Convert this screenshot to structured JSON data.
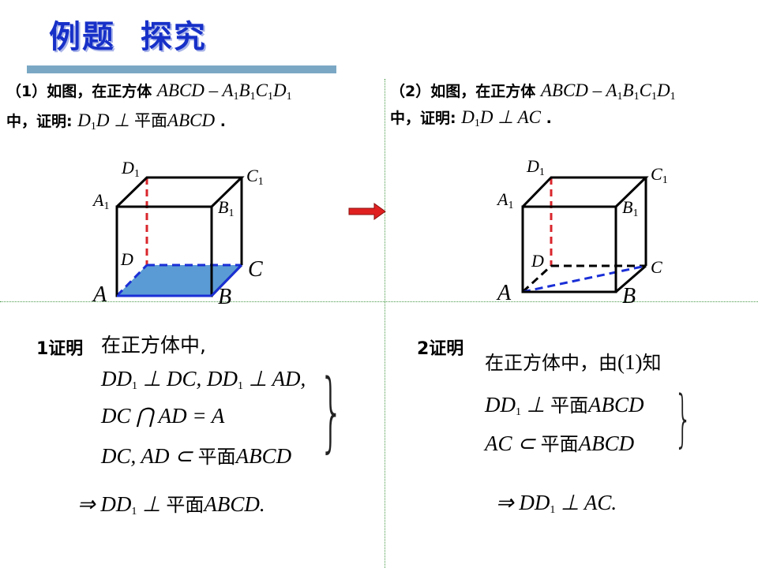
{
  "title": "例题  探究",
  "problem1": {
    "prefix": "（1）如图，在正方体",
    "cube_letters": "ABCD – A",
    "cube_rest": [
      "B",
      "C",
      "D"
    ],
    "line2_prefix": "中，证明:",
    "stmt_a": "D",
    "stmt_b": "D ⊥ ",
    "stmt_plane": "平面",
    "stmt_c": "ABCD",
    "end": "."
  },
  "problem2": {
    "prefix": "（2）如图，在正方体",
    "cube_letters": "ABCD – A",
    "cube_rest": [
      "B",
      "C",
      "D"
    ],
    "line2_prefix": "中，证明:",
    "stmt_a": "D",
    "stmt_b": "D ⊥ AC",
    "end": "."
  },
  "subscript_1": "1",
  "labels": {
    "D1": "D",
    "C1": "C",
    "A1": "A",
    "B1": "B",
    "D": "D",
    "C": "C",
    "A": "A",
    "B": "B"
  },
  "proof1": {
    "head": "1证明",
    "intro": "在正方体中,",
    "l1_a": "DD",
    "l1_b": " ⊥ DC, DD",
    "l1_c": " ⊥ AD,",
    "l2": "DC ⋂ AD = A",
    "l3_a": "DC, AD ⊂ ",
    "l3_plane": "平面",
    "l3_b": "ABCD",
    "concl_a": "⇒ DD",
    "concl_b": " ⊥ ",
    "concl_plane": "平面",
    "concl_c": "ABCD."
  },
  "proof2": {
    "head": "2证明",
    "intro_a": "在正方体中，由",
    "intro_b": "(1)",
    "intro_c": "知",
    "l1_a": "DD",
    "l1_b": " ⊥ ",
    "l1_plane": "平面",
    "l1_c": "ABCD",
    "l2_a": "AC ⊂ ",
    "l2_plane": "平面",
    "l2_b": "ABCD",
    "concl_a": "⇒ DD",
    "concl_b": " ⊥ AC."
  },
  "colors": {
    "title": "#1730c8",
    "face": "#5b9bd5",
    "hidden_red": "#d9262c",
    "hidden_blue": "#1a2fd6",
    "arrow": "#e02020"
  }
}
